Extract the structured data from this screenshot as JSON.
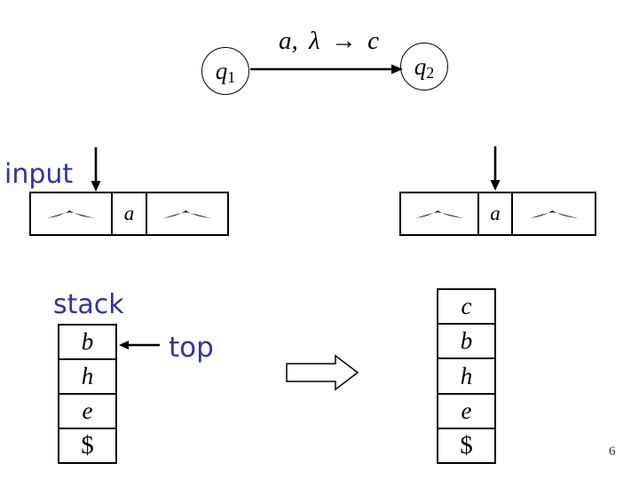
{
  "slide": {
    "page_number": "6",
    "colors": {
      "label_blue": "#3333a3",
      "ink": "#000000",
      "background": "#ffffff"
    }
  },
  "transition_diagram": {
    "from_state": {
      "base": "q",
      "subscript": "1"
    },
    "to_state": {
      "base": "q",
      "subscript": "2"
    },
    "label": "a, λ → c"
  },
  "input_section": {
    "label": "input",
    "tape_before": {
      "cells": [
        "blank-mark",
        "a",
        "blank-mark"
      ]
    },
    "tape_after": {
      "cells": [
        "blank-mark",
        "a",
        "blank-mark"
      ]
    }
  },
  "stack_section": {
    "label": "stack",
    "top_label": "top",
    "stack_before": {
      "cells": [
        "b",
        "h",
        "e",
        "$"
      ]
    },
    "stack_after": {
      "cells": [
        "c",
        "b",
        "h",
        "e",
        "$"
      ]
    }
  }
}
